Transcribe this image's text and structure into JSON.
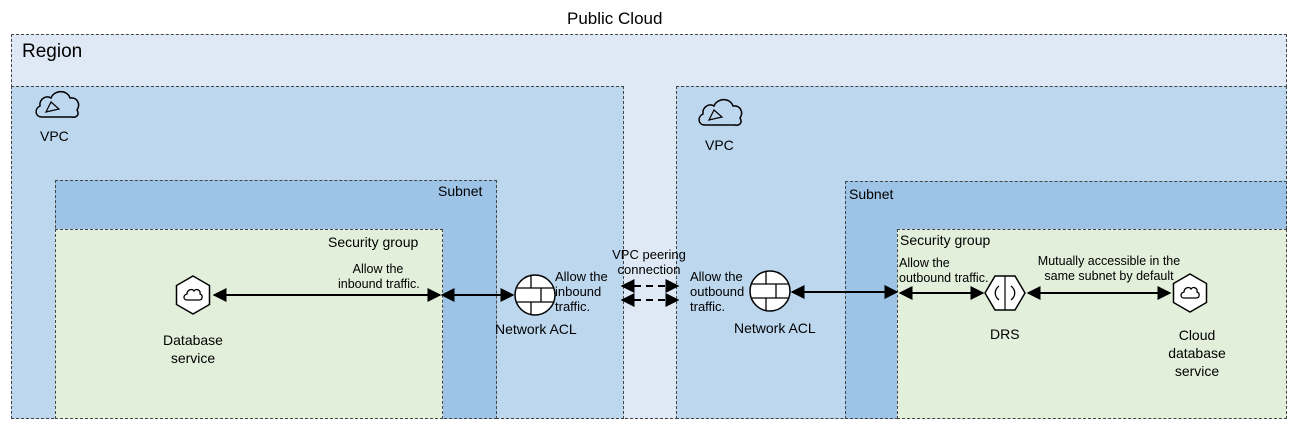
{
  "title": "Public Cloud",
  "region": {
    "label": "Region"
  },
  "left": {
    "vpc_label": "VPC",
    "subnet_label": "Subnet",
    "security_group_label": "Security group",
    "sg_rule_line1": "Allow the",
    "sg_rule_line2": "inbound traffic.",
    "database_line1": "Database",
    "database_line2": "service",
    "acl_rule_line1": "Allow the",
    "acl_rule_line2": "inbound",
    "acl_rule_line3": "traffic.",
    "acl_label": "Network ACL"
  },
  "peering": {
    "line1": "VPC peering",
    "line2": "connection"
  },
  "right": {
    "vpc_label": "VPC",
    "subnet_label": "Subnet",
    "security_group_label": "Security group",
    "acl_rule_line1": "Allow the",
    "acl_rule_line2": "outbound",
    "acl_rule_line3": "traffic.",
    "acl_label": "Network ACL",
    "sg_rule_line1": "Allow the",
    "sg_rule_line2": "outbound traffic.",
    "drs_label": "DRS",
    "mutual_line1": "Mutually accessible in the",
    "mutual_line2": "same subnet by default",
    "cloud_db_line1": "Cloud",
    "cloud_db_line2": "database",
    "cloud_db_line3": "service"
  },
  "colors": {
    "region_fill": "#dfe9f5",
    "vpc_fill": "#bdd7ee",
    "subnet_fill": "#9dc3e6",
    "security_group_fill": "#e2efda"
  }
}
